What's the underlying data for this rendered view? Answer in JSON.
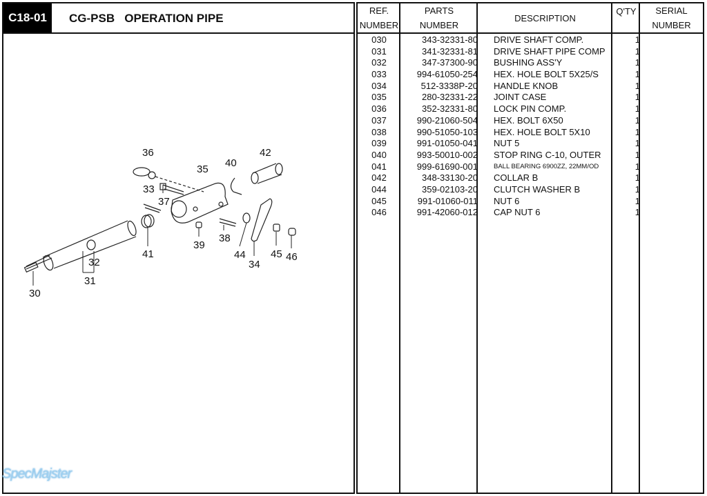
{
  "header": {
    "code": "C18-01",
    "title": "CG-PSB   OPERATION PIPE"
  },
  "watermark": "SpecMajster",
  "diagram": {
    "callouts": [
      "36",
      "35",
      "40",
      "42",
      "33",
      "37",
      "41",
      "39",
      "38",
      "44",
      "34",
      "45",
      "46",
      "32",
      "31",
      "30"
    ]
  },
  "table": {
    "headers": {
      "ref": [
        "REF.",
        "NUMBER"
      ],
      "parts": [
        "PARTS",
        "NUMBER"
      ],
      "description": "DESCRIPTION",
      "qty": "Q'TY",
      "serial": [
        "SERIAL",
        "NUMBER"
      ]
    },
    "rows": [
      {
        "ref": "030",
        "part": "343-32331-80",
        "desc": "DRIVE SHAFT COMP.",
        "qty": "1"
      },
      {
        "ref": "031",
        "part": "341-32331-81",
        "desc": "DRIVE SHAFT PIPE COMP",
        "qty": "1"
      },
      {
        "ref": "032",
        "part": "347-37300-90",
        "desc": "BUSHING ASS'Y",
        "qty": "1"
      },
      {
        "ref": "033",
        "part": "994-61050-254",
        "desc": "HEX. HOLE BOLT 5X25/S",
        "qty": "1"
      },
      {
        "ref": "034",
        "part": "512-3338P-20",
        "desc": "HANDLE KNOB",
        "qty": "1"
      },
      {
        "ref": "035",
        "part": "280-32331-22",
        "desc": "JOINT CASE",
        "qty": "1"
      },
      {
        "ref": "036",
        "part": "352-32331-80",
        "desc": "LOCK PIN COMP.",
        "qty": "1"
      },
      {
        "ref": "037",
        "part": "990-21060-504",
        "desc": "HEX. BOLT 6X50",
        "qty": "1"
      },
      {
        "ref": "038",
        "part": "990-51050-103",
        "desc": "HEX. HOLE BOLT 5X10",
        "qty": "1"
      },
      {
        "ref": "039",
        "part": "991-01050-041",
        "desc": "NUT 5",
        "qty": "1"
      },
      {
        "ref": "040",
        "part": "993-50010-002",
        "desc": "STOP RING C-10, OUTER",
        "qty": "1"
      },
      {
        "ref": "041",
        "part": "999-61690-001",
        "desc": "BALL BEARING 6900ZZ, 22MM/OD",
        "qty": "1"
      },
      {
        "ref": "042",
        "part": "348-33130-20",
        "desc": "COLLAR B",
        "qty": "1"
      },
      {
        "ref": "044",
        "part": "359-02103-20",
        "desc": "CLUTCH WASHER B",
        "qty": "1"
      },
      {
        "ref": "045",
        "part": "991-01060-011",
        "desc": "NUT 6",
        "qty": "1"
      },
      {
        "ref": "046",
        "part": "991-42060-012",
        "desc": "CAP NUT 6",
        "qty": "1"
      }
    ]
  }
}
